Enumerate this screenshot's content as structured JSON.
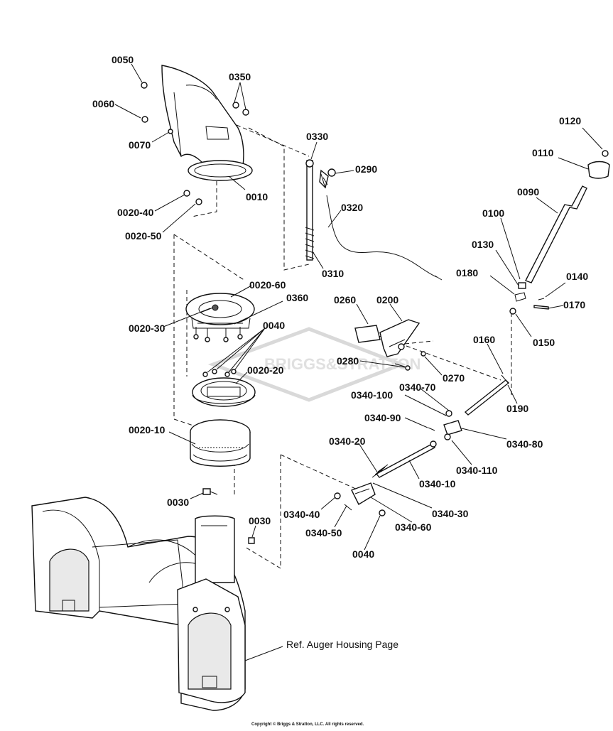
{
  "labels": {
    "p0050": "0050",
    "p0350": "0350",
    "p0060": "0060",
    "p0070": "0070",
    "p0010": "0010",
    "p0020_40": "0020-40",
    "p0020_50": "0020-50",
    "p0330": "0330",
    "p0290": "0290",
    "p0320": "0320",
    "p0310": "0310",
    "p0120": "0120",
    "p0110": "0110",
    "p0090": "0090",
    "p0100": "0100",
    "p0130": "0130",
    "p0180": "0180",
    "p0140": "0140",
    "p0170": "0170",
    "p0150": "0150",
    "p0020_60": "0020-60",
    "p0360": "0360",
    "p0020_30": "0020-30",
    "p0040a": "0040",
    "p0020_20": "0020-20",
    "p0260": "0260",
    "p0200": "0200",
    "p0280": "0280",
    "p0270": "0270",
    "p0160": "0160",
    "p0190": "0190",
    "p0340_100": "0340-100",
    "p0340_70": "0340-70",
    "p0340_90": "0340-90",
    "p0340_80": "0340-80",
    "p0340_110": "0340-110",
    "p0020_10": "0020-10",
    "p0340_20": "0340-20",
    "p0340_10": "0340-10",
    "p0030a": "0030",
    "p0030b": "0030",
    "p0340_40": "0340-40",
    "p0340_30": "0340-30",
    "p0340_50": "0340-50",
    "p0340_60": "0340-60",
    "p0040b": "0040"
  },
  "reference_note": "Ref. Auger Housing Page",
  "copyright": "Copyright © Briggs & Stratton, LLC. All rights reserved.",
  "watermark": "BRIGGS&STRATTON"
}
